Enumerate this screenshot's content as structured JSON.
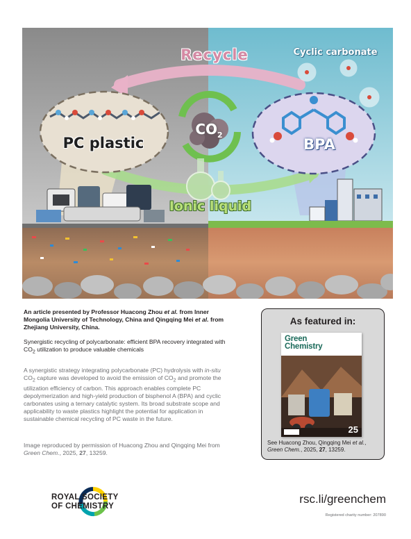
{
  "hero": {
    "recycle_label": "Recycle",
    "cyclic_label": "Cyclic carbonate",
    "pc_label": "PC plastic",
    "bpa_label": "BPA",
    "co2_main": "CO",
    "co2_sub": "2",
    "ionic_label": "Ionic liquid",
    "colors": {
      "left_sky": "#9a9a9a",
      "right_sky": "#7fc4d4",
      "soil": "#a57d5c",
      "recycle_arrow": "#e7a6bf",
      "ionic_arrow": "#86c96b"
    }
  },
  "intro": {
    "line1_a": "An article presented by Professor Huacong Zhou ",
    "et_al": "et al.",
    "line1_b": " from Inner Mongolia University of Technology, China and Qingqing Mei ",
    "line1_c": " from Zhejiang University, China."
  },
  "article": {
    "title_a": "Synergistic recycling of polycarbonate: efficient BPA recovery integrated with CO",
    "title_sub": "2",
    "title_b": " utilization to produce valuable chemicals"
  },
  "abstract": {
    "a": "A synergistic strategy integrating polycarbonate (PC) hydrolysis with ",
    "in_situ": "in-situ",
    "b": " CO",
    "sub1": "2",
    "c": " capture was developed to avoid the emission of CO",
    "sub2": "2",
    "d": " and promote the utilization efficiency of carbon. This approach enables complete PC depolymerization and high-yield production of bisphenol A (BPA) and cyclic carbonates using a ternary catalytic system. Its broad substrate scope and applicability to waste plastics highlight the potential for application in sustainable chemical recycling of PC waste in the future."
  },
  "credit": {
    "a": "Image reproduced by permission of Huacong Zhou and Qingqing Mei from ",
    "journal": "Green Chem.",
    "b": ", 2025, ",
    "volume": "27",
    "c": ", 13259."
  },
  "featured": {
    "heading": "As featured in:",
    "cover_line1": "Green",
    "cover_line2": "Chemistry",
    "cover_badge": "25",
    "caption_a": "See Huacong Zhou, Qingqing Mei ",
    "caption_et_al": "et al.",
    "caption_comma": ", ",
    "caption_journal": "Green Chem.",
    "caption_b": ", 2025, ",
    "caption_volume": "27",
    "caption_c": ", 13259."
  },
  "footer": {
    "rsc_line1": "ROYAL SOCIETY",
    "rsc_line2": "OF CHEMISTRY",
    "url": "rsc.li/greenchem",
    "charity": "Registered charity number: 207890",
    "logo_colors": [
      "#ffd100",
      "#6cc24a",
      "#00a3ad",
      "#0a2b56"
    ]
  }
}
